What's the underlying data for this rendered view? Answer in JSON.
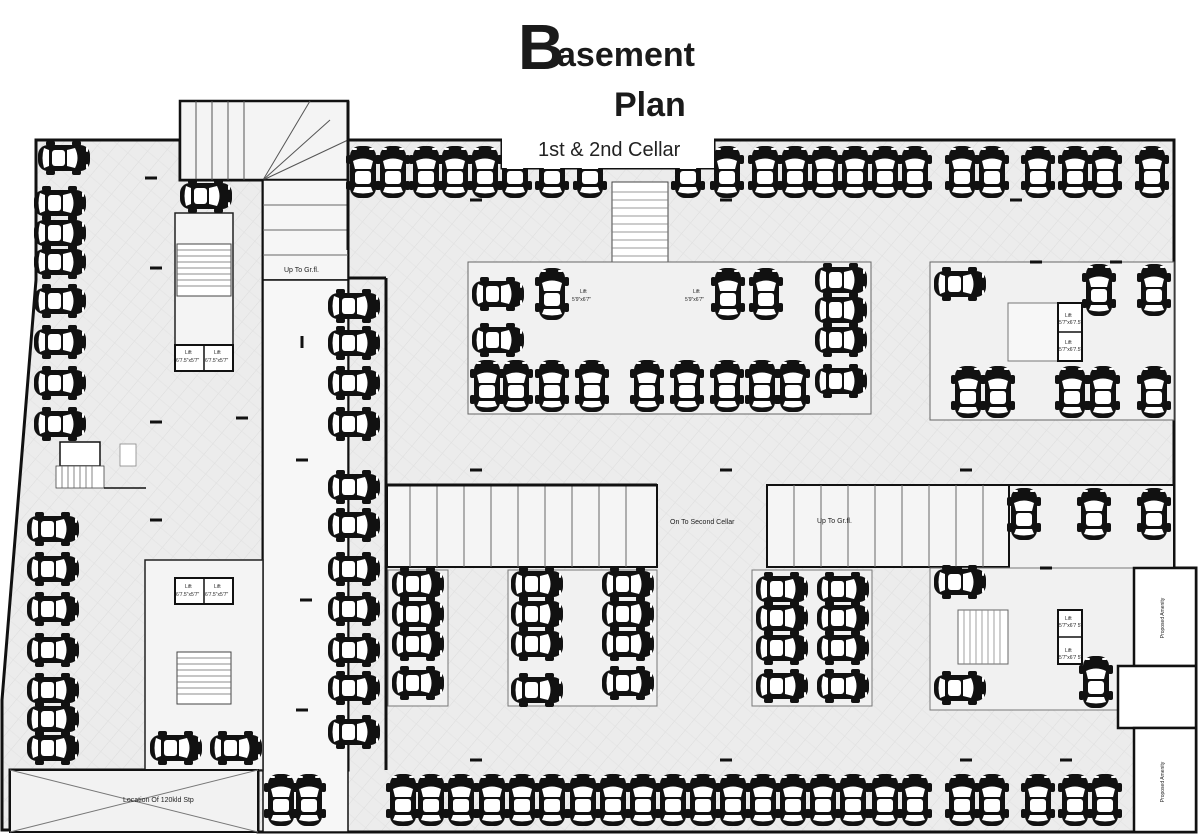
{
  "title": {
    "initial": "B",
    "rest": "asement",
    "line2": "Plan",
    "subtitle": "1st & 2nd Cellar"
  },
  "labels": {
    "up_to_gr_fl_left": "Up To Gr.fl.",
    "up_to_gr_fl_center": "Up To Gr.fl.",
    "on_to_second_cellar": "On To Second Cellar",
    "location_of_stp": "Location Of 120kld Stp",
    "lift": "Lift",
    "lift_size_a": "5'9\"x6'7\"",
    "lift_size_b": "6'7.5\"x5'7\"",
    "lift_size_c": "5'7\"x6'7.5\"",
    "lift_size_d": "5'7\"x6'7 5\"",
    "proposed_amenity_1": "Proposed Amenity",
    "proposed_amenity_2": "Proposed Amenity"
  },
  "colors": {
    "floor": "#ebebeb",
    "wall": "#111111",
    "car": "#111111",
    "background": "#ffffff"
  },
  "symbols": {
    "car": "car-top-view-icon",
    "stair": "staircase-icon",
    "lift": "lift-box-icon"
  }
}
